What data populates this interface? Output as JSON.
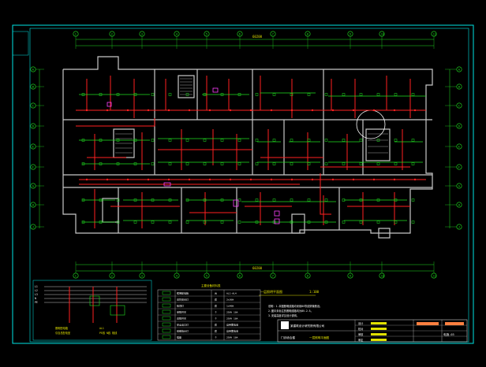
{
  "drawing": {
    "background": "#000000",
    "colors": {
      "frame": "#00e5e5",
      "wall": "#c8c8c8",
      "power": "#ff2020",
      "lighting": "#20e020",
      "text": "#e0e000",
      "note": "#ffffff",
      "magenta": "#ff40ff"
    },
    "top_axis_labels": [
      "1",
      "2",
      "3",
      "4",
      "5",
      "6",
      "7",
      "8",
      "9",
      "10",
      "11"
    ],
    "bottom_axis_labels": [
      "1",
      "2",
      "3",
      "4",
      "5",
      "6",
      "7",
      "8",
      "9",
      "10",
      "11"
    ],
    "left_axis_labels": [
      "A",
      "B",
      "C",
      "D",
      "E",
      "F",
      "G",
      "H",
      "J"
    ],
    "right_axis_labels": [
      "A",
      "B",
      "C",
      "D",
      "E",
      "F",
      "G",
      "H",
      "J"
    ],
    "total_dimension_top": "60200",
    "total_dimension_bottom": "60200",
    "plan_title": "一层照明平面图",
    "plan_scale": "1:100",
    "distribution": {
      "phase_labels": [
        "L1",
        "L2",
        "L3",
        "N",
        "PE"
      ],
      "notes": [
        "照明配电箱",
        "AL1",
        "引自总配电室",
        "PE线 N线 相线"
      ]
    },
    "legend": {
      "title": "主要设备材料表",
      "rows": [
        [
          "照明配电箱",
          "台",
          "AL1-AL4"
        ],
        [
          "双管荧光灯",
          "套",
          "2x36W"
        ],
        [
          "吸顶灯",
          "套",
          "1x40W"
        ],
        [
          "单联开关",
          "个",
          "250V 10A"
        ],
        [
          "双联开关",
          "个",
          "250V 10A"
        ],
        [
          "安全出口灯",
          "套",
          "自带蓄电池"
        ],
        [
          "疏散指示灯",
          "套",
          "自带蓄电池"
        ],
        [
          "插座",
          "个",
          "250V 10A"
        ]
      ]
    },
    "general_notes": [
      "说明：1.本图照明线路均采用BV导线穿管敷设。",
      "2.图中未标注的照明线路均为BV-2.5。",
      "3.安装高度详见设计说明。"
    ],
    "title_block": {
      "company": "某建筑设计研究院有限公司",
      "drawing_name": "一层照明平面图",
      "project": "门诊综合楼",
      "fields": [
        "设计",
        "校对",
        "审核",
        "审定"
      ],
      "sheet_no": "电施-03"
    }
  }
}
